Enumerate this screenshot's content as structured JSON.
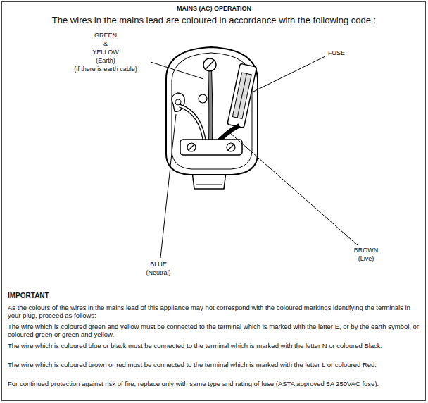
{
  "diagram": {
    "title": "MAINS (AC) OPERATION",
    "labels": [
      "The wires in the mains lead are coloured in accordance with the following code :",
      "GREEN",
      "&",
      "YELLOW",
      "(Earth)",
      "(if there is earth cable)",
      "FUSE",
      "BROWN",
      "(Live)",
      "BLUE",
      "(Neutral)",
      "IMPORTANT",
      "As the colours of the wires in the mains lead of this appliance may not correspond with the coloured markings identifying the terminals in your plug, proceed as follows:",
      "The wire which is coloured green and yellow must be connected to the terminal which is marked with the letter E, or by the earth symbol, or coloured green or green and yellow.",
      "The wire which is coloured blue or black must be connected to the terminal which is marked with the letter N or coloured Black.",
      "The wire which is coloured brown or red must be connected to the terminal which is marked with the letter L or coloured Red.",
      "For continued protection against risk of fire, replace only with same type and rating of fuse (ASTA approved 5A 250VAC fuse)."
    ]
  }
}
